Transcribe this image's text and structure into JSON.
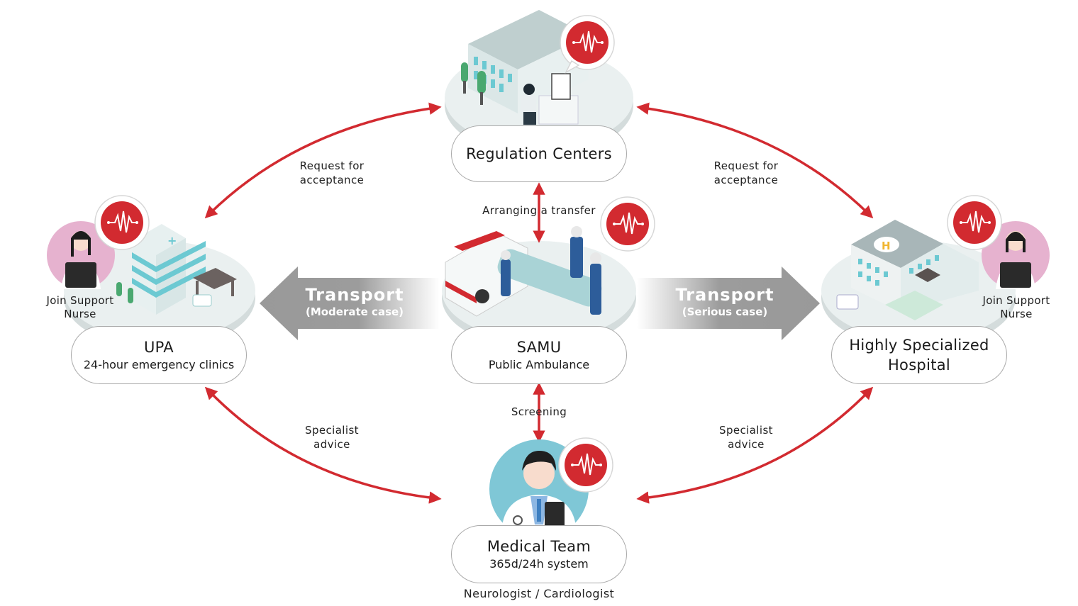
{
  "colors": {
    "accent_red": "#d22a30",
    "arrow_gray": "#999999",
    "platform": "#e6eeee",
    "nurse_bg": "#e6b2cf",
    "doctor_bg": "#7fc7d6",
    "building": "#cfe0e0",
    "window": "#6cc9d2"
  },
  "nodes": {
    "regulation": {
      "title": "Regulation Centers",
      "icon": "regulation-center-building-icon"
    },
    "upa": {
      "title": "UPA",
      "subtitle": "24-hour emergency clinics",
      "icon": "clinic-building-icon",
      "nurse_label_1": "Join Support",
      "nurse_label_2": "Nurse"
    },
    "samu": {
      "title": "SAMU",
      "subtitle": "Public Ambulance",
      "icon": "ambulance-crew-icon"
    },
    "hospital": {
      "title_1": "Highly Specialized",
      "title_2": "Hospital",
      "icon": "hospital-building-icon",
      "nurse_label_1": "Join Support",
      "nurse_label_2": "Nurse"
    },
    "medical": {
      "title": "Medical Team",
      "subtitle": "365d/24h system",
      "footer": "Neurologist / Cardiologist",
      "icon": "doctor-icon"
    }
  },
  "connections": {
    "top_left": {
      "line1": "Request for",
      "line2": "acceptance"
    },
    "top_right": {
      "line1": "Request for",
      "line2": "acceptance"
    },
    "bottom_left": {
      "line1": "Specialist",
      "line2": "advice"
    },
    "bottom_right": {
      "line1": "Specialist",
      "line2": "advice"
    },
    "regulation_samu": "Arranging a transfer",
    "samu_medical": "Screening"
  },
  "transport": {
    "left": {
      "title": "Transport",
      "subtitle": "(Moderate case)",
      "direction": "left"
    },
    "right": {
      "title": "Transport",
      "subtitle": "(Serious case)",
      "direction": "right"
    }
  },
  "badge_icon": "waveform-signal-icon"
}
